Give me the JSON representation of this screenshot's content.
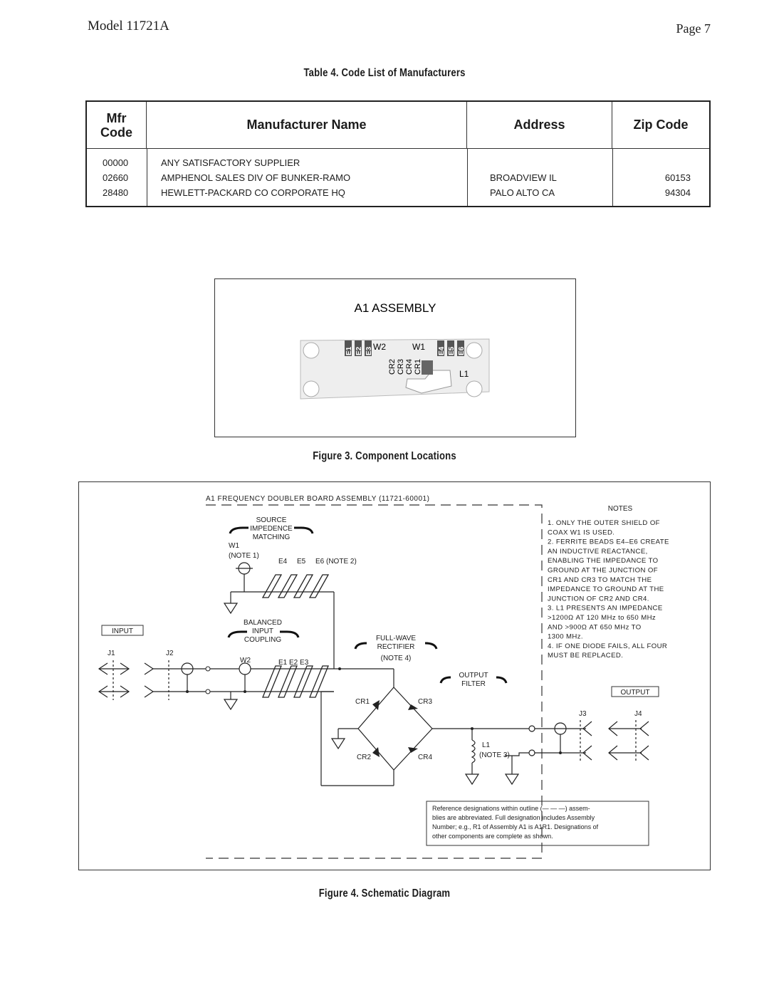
{
  "header": {
    "model": "Model 11721A",
    "page": "Page 7"
  },
  "table4": {
    "caption": "Table 4.  Code List of Manufacturers",
    "headers": {
      "mfr_code_1": "Mfr",
      "mfr_code_2": "Code",
      "name": "Manufacturer Name",
      "address": "Address",
      "zip": "Zip Code"
    },
    "rows": [
      {
        "code": "00000",
        "name": "ANY SATISFACTORY SUPPLIER",
        "address": "",
        "zip": ""
      },
      {
        "code": "02660",
        "name": "AMPHENOL SALES DIV OF BUNKER-RAMO",
        "address": "BROADVIEW  IL",
        "zip": "60153"
      },
      {
        "code": "28480",
        "name": "HEWLETT-PACKARD CO CORPORATE HQ",
        "address": "PALO ALTO  CA",
        "zip": "94304"
      }
    ]
  },
  "figure3": {
    "title": "A1 ASSEMBLY",
    "caption": "Figure 3.  Component Locations",
    "labels": {
      "e1": "E1",
      "e2": "E2",
      "e3": "E3",
      "w2": "W2",
      "w1": "W1",
      "e4": "E4",
      "e5": "E5",
      "e6": "E6",
      "cr2": "CR2",
      "cr3": "CR3",
      "cr4": "CR4",
      "cr1": "CR1",
      "l1": "L1"
    }
  },
  "figure4": {
    "caption": "Figure 4.  Schematic Diagram",
    "board_label": "A1 FREQUENCY DOUBLER BOARD ASSEMBLY (11721-60001)",
    "source_1": "SOURCE",
    "source_2": "IMPEDENCE",
    "source_3": "MATCHING",
    "w1": "W1",
    "note1": "(NOTE 1)",
    "e4": "E4",
    "e5": "E5",
    "e6_note2": "E6  (NOTE 2)",
    "balanced_1": "BALANCED",
    "balanced_2": "INPUT",
    "balanced_3": "COUPLING",
    "input": "INPUT",
    "j1": "J1",
    "j2": "J2",
    "w2": "W2",
    "e1e2e3": "E1  E2  E3",
    "fullwave_1": "FULL-WAVE",
    "fullwave_2": "RECTIFIER",
    "note4": "(NOTE 4)",
    "output_1": "OUTPUT",
    "output_2": "FILTER",
    "cr1": "CR1",
    "cr3": "CR3",
    "cr2": "CR2",
    "cr4": "CR4",
    "l1": "L1",
    "note3": "(NOTE 3)",
    "output": "OUTPUT",
    "j3": "J3",
    "j4": "J4",
    "notes_title": "NOTES",
    "notes": [
      "1. ONLY THE OUTER SHIELD OF",
      "    COAX W1 IS USED.",
      "2. FERRITE BEADS E4–E6 CREATE",
      "    AN INDUCTIVE REACTANCE,",
      "    ENABLING THE IMPEDANCE TO",
      "    GROUND AT THE JUNCTION OF",
      "    CR1 AND CR3 TO MATCH THE",
      "    IMPEDANCE TO GROUND AT THE",
      "    JUNCTION OF CR2 AND CR4.",
      "3. L1 PRESENTS AN IMPEDANCE",
      "    >1200Ω AT 120 MHz to 650 MHz",
      "    AND >900Ω AT 650 MHz TO",
      "    1300 MHz.",
      "4. IF ONE DIODE FAILS, ALL FOUR",
      "    MUST BE REPLACED."
    ],
    "ref_note": [
      "Reference designations within outline (— — —) assem-",
      "blies are abbreviated. Full designation includes Assembly",
      "Number; e.g., R1 of Assembly A1 is A1R1. Designations of",
      "other components are complete as shown."
    ]
  }
}
